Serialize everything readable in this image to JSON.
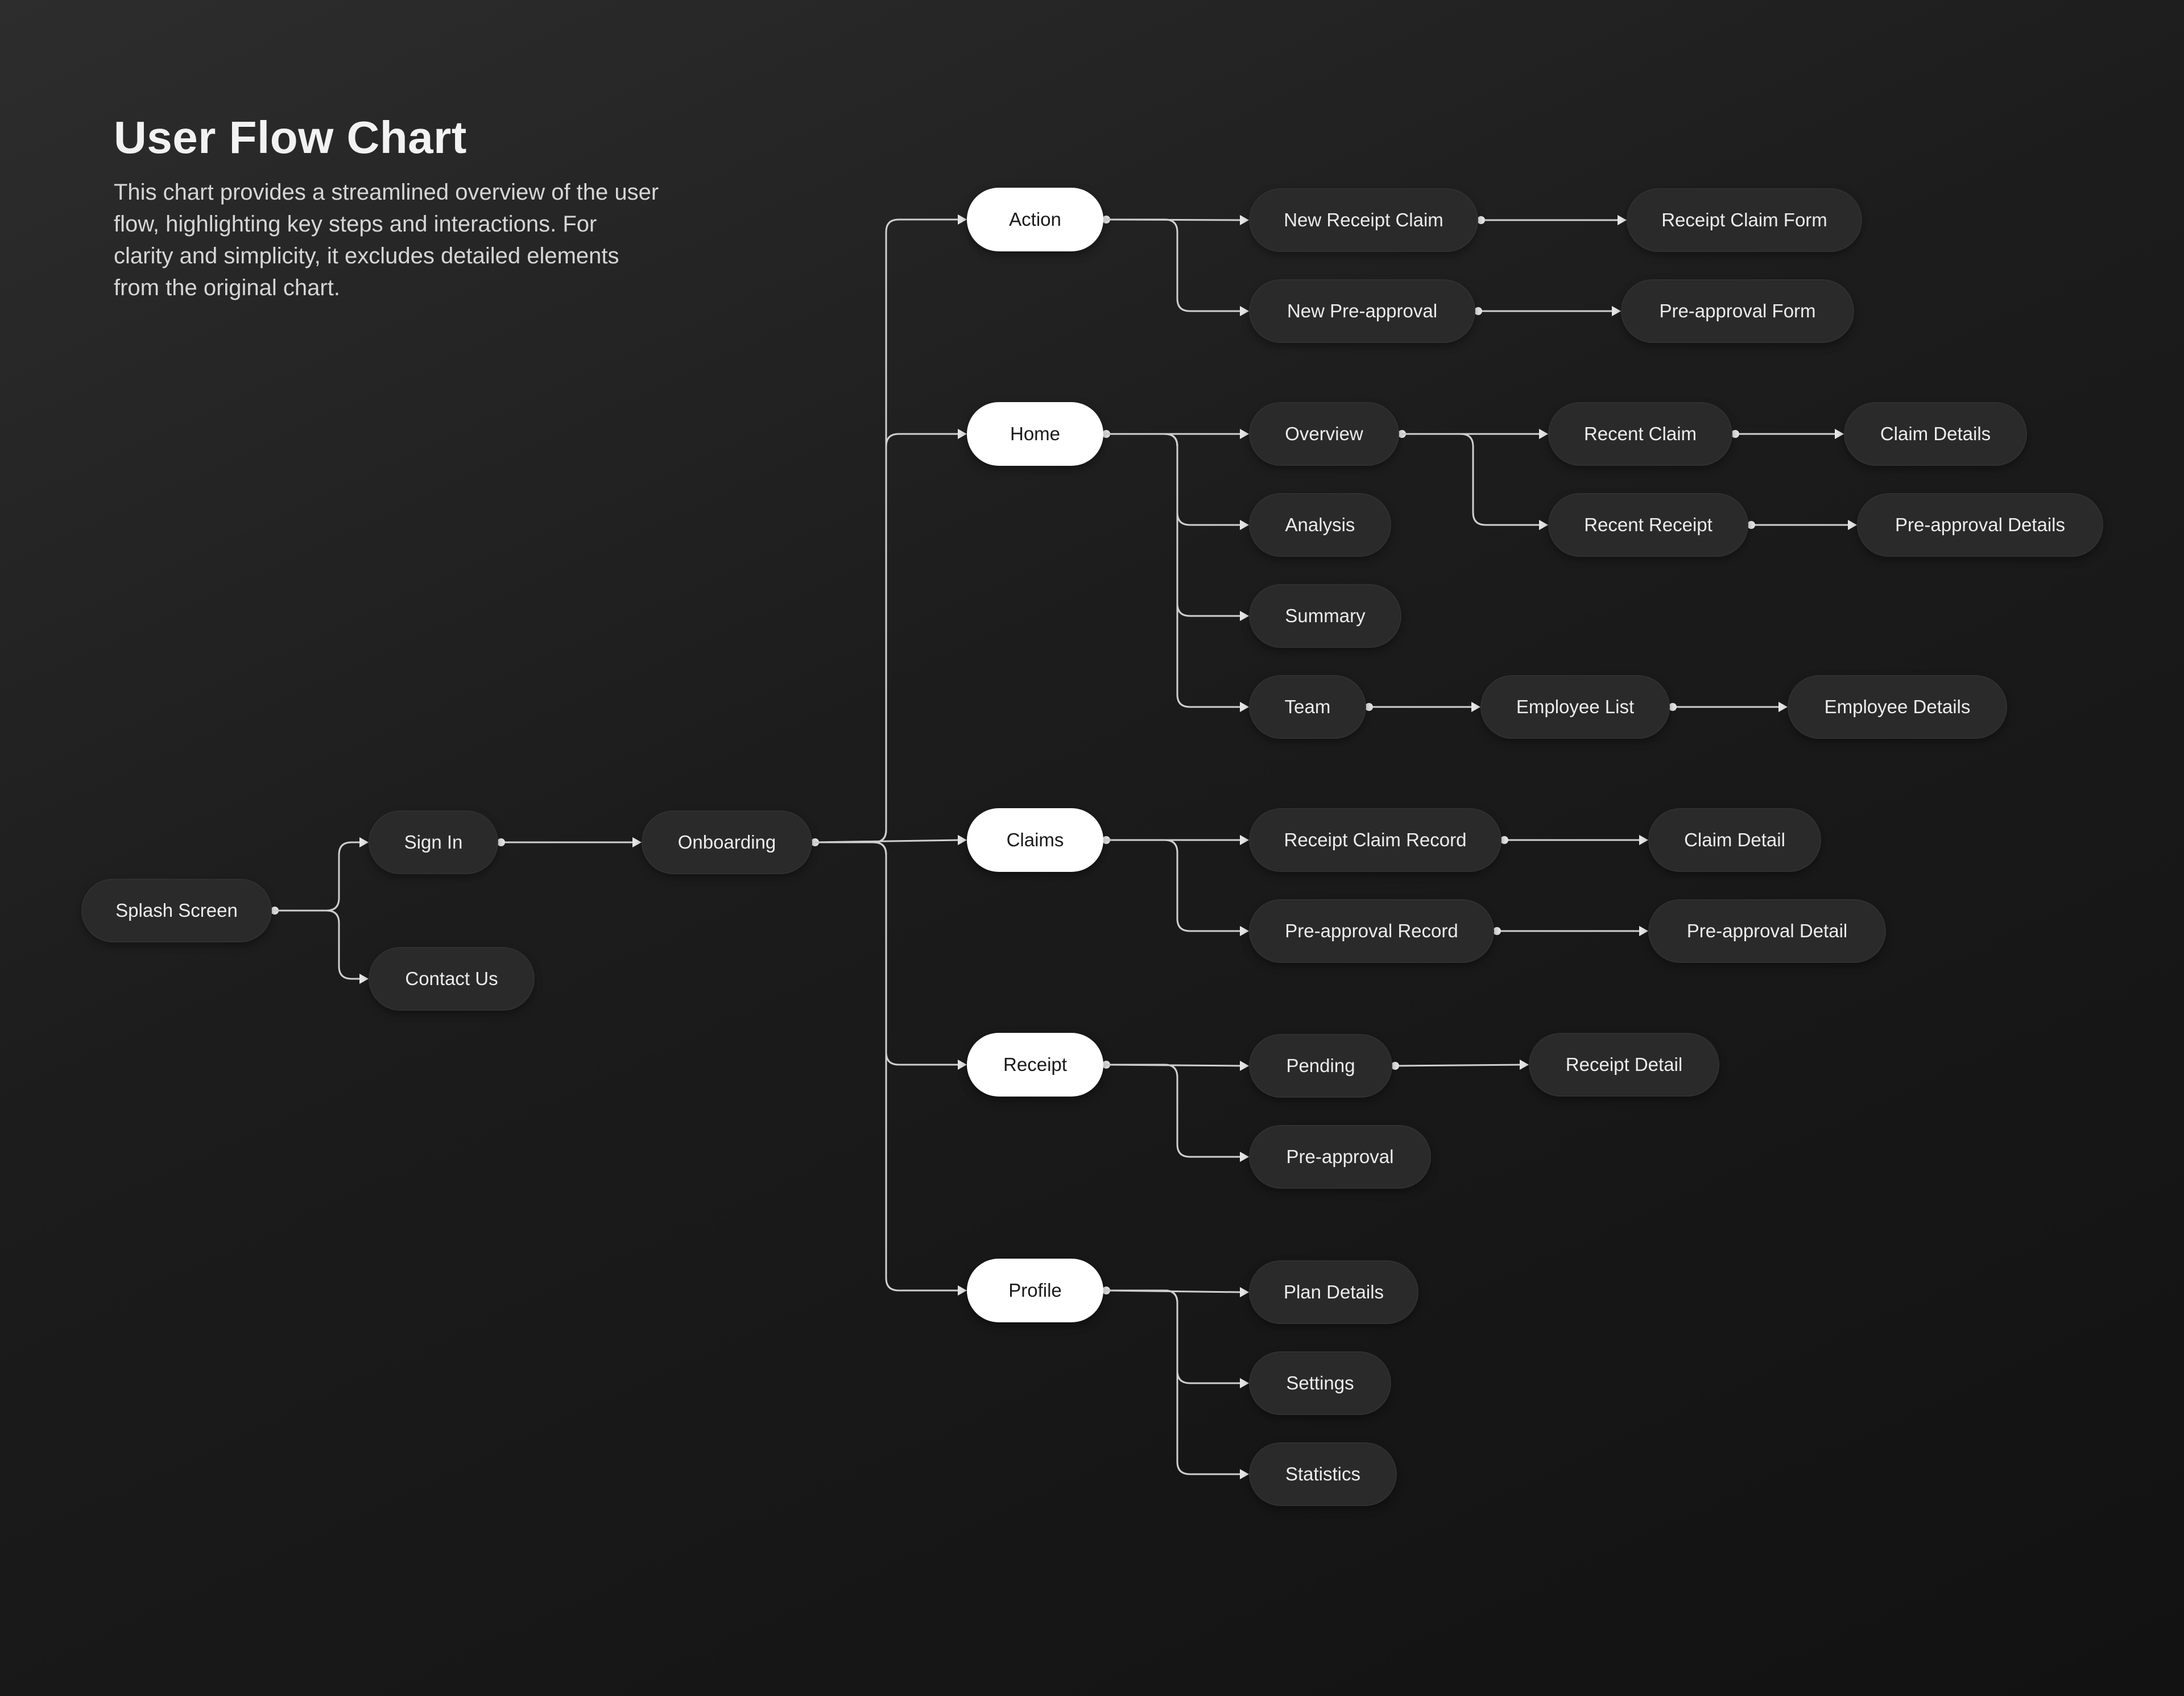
{
  "title": "User Flow Chart",
  "description": "This chart provides a streamlined overview of the user flow, highlighting key steps and interactions. For clarity and simplicity, it excludes detailed elements from the original chart.",
  "nodes": {
    "splash": "Splash Screen",
    "signin": "Sign In",
    "contact": "Contact Us",
    "onboarding": "Onboarding",
    "action": "Action",
    "home": "Home",
    "claims": "Claims",
    "receipt": "Receipt",
    "profile": "Profile",
    "new_receipt_claim": "New Receipt Claim",
    "receipt_claim_form": "Receipt Claim Form",
    "new_preapproval": "New Pre-approval",
    "preapproval_form": "Pre-approval Form",
    "overview": "Overview",
    "recent_claim": "Recent Claim",
    "claim_details": "Claim Details",
    "recent_receipt": "Recent Receipt",
    "preapproval_details": "Pre-approval Details",
    "analysis": "Analysis",
    "summary": "Summary",
    "team": "Team",
    "employee_list": "Employee List",
    "employee_details": "Employee Details",
    "receipt_claim_record": "Receipt Claim Record",
    "claim_detail": "Claim Detail",
    "preapproval_record": "Pre-approval Record",
    "preapproval_detail": "Pre-approval Detail",
    "pending": "Pending",
    "receipt_detail": "Receipt Detail",
    "preapproval": "Pre-approval",
    "plan_details": "Plan Details",
    "settings": "Settings",
    "statistics": "Statistics"
  },
  "edges": [
    [
      "splash",
      "signin"
    ],
    [
      "splash",
      "contact"
    ],
    [
      "signin",
      "onboarding"
    ],
    [
      "onboarding",
      "action"
    ],
    [
      "onboarding",
      "home"
    ],
    [
      "onboarding",
      "claims"
    ],
    [
      "onboarding",
      "receipt"
    ],
    [
      "onboarding",
      "profile"
    ],
    [
      "action",
      "new_receipt_claim"
    ],
    [
      "action",
      "new_preapproval"
    ],
    [
      "new_receipt_claim",
      "receipt_claim_form"
    ],
    [
      "new_preapproval",
      "preapproval_form"
    ],
    [
      "home",
      "overview"
    ],
    [
      "home",
      "analysis"
    ],
    [
      "home",
      "summary"
    ],
    [
      "home",
      "team"
    ],
    [
      "overview",
      "recent_claim"
    ],
    [
      "overview",
      "recent_receipt"
    ],
    [
      "recent_claim",
      "claim_details"
    ],
    [
      "recent_receipt",
      "preapproval_details"
    ],
    [
      "team",
      "employee_list"
    ],
    [
      "employee_list",
      "employee_details"
    ],
    [
      "claims",
      "receipt_claim_record"
    ],
    [
      "claims",
      "preapproval_record"
    ],
    [
      "receipt_claim_record",
      "claim_detail"
    ],
    [
      "preapproval_record",
      "preapproval_detail"
    ],
    [
      "receipt",
      "pending"
    ],
    [
      "receipt",
      "preapproval"
    ],
    [
      "pending",
      "receipt_detail"
    ],
    [
      "profile",
      "plan_details"
    ],
    [
      "profile",
      "settings"
    ],
    [
      "profile",
      "statistics"
    ]
  ]
}
